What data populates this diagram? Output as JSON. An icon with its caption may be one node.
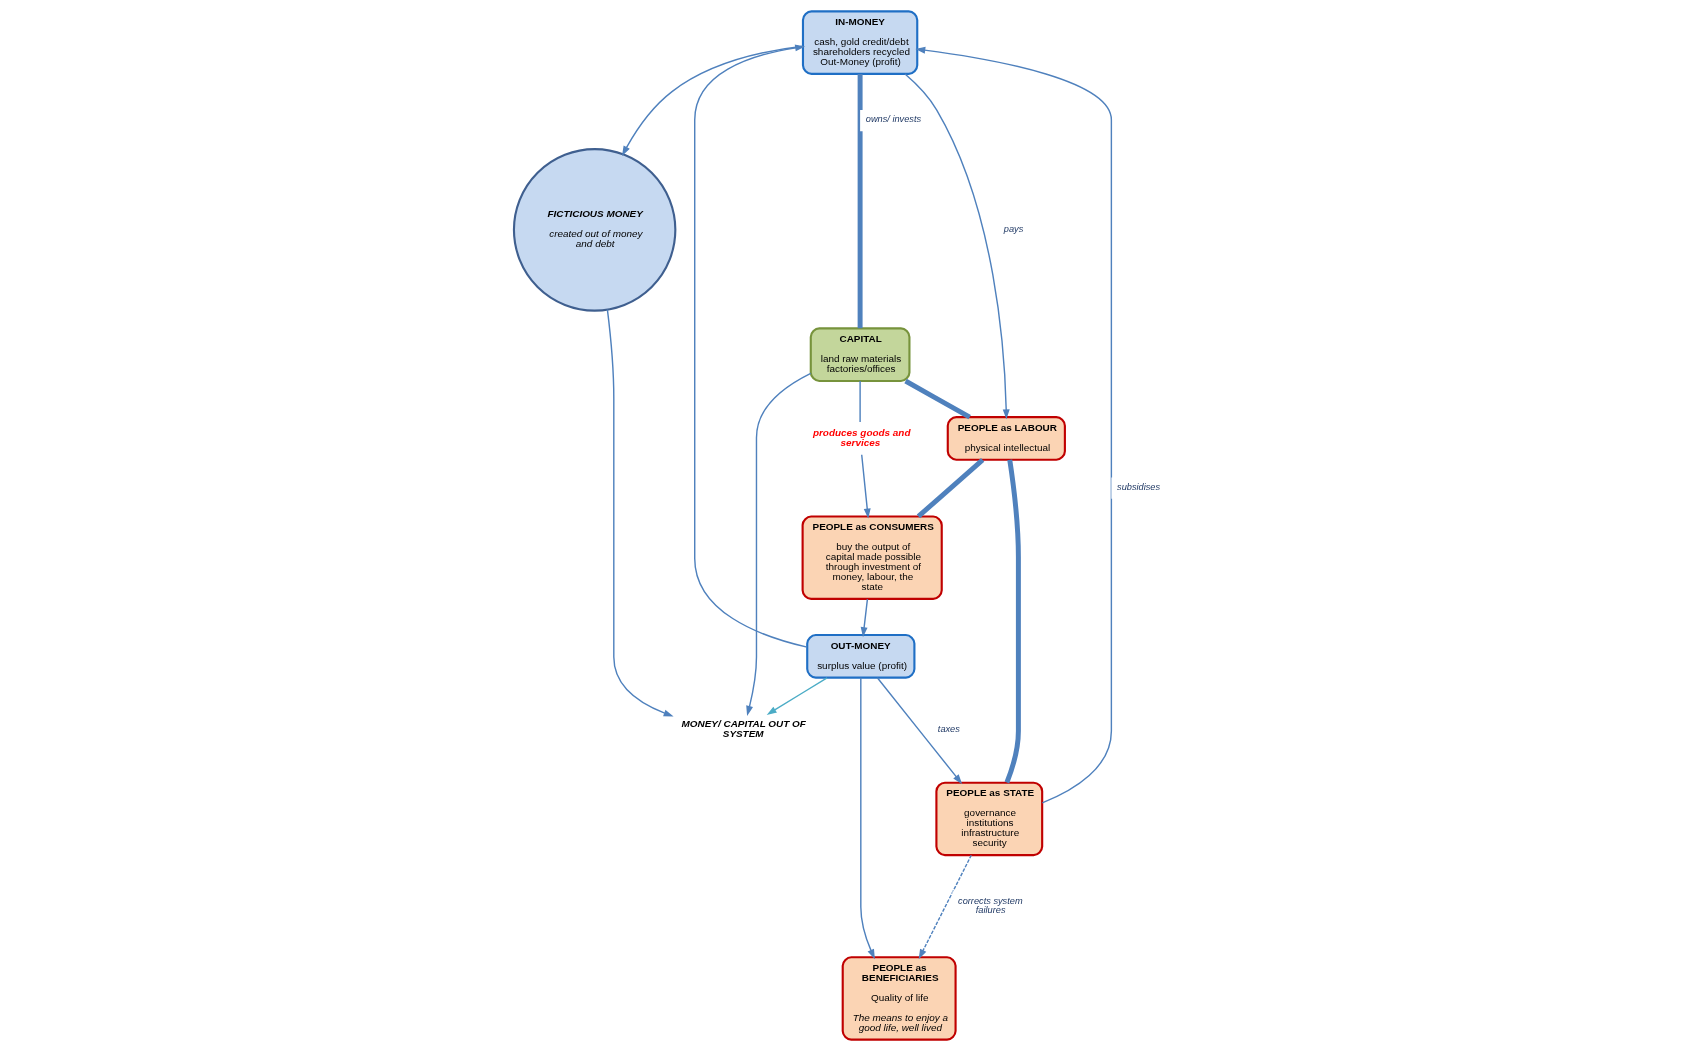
{
  "diagram": {
    "nodes": [
      {
        "text": [
          "MONEY/ CAPITAL OUT OF SYSTEM"
        ]
      },
      {
        "text": [
          "FICTICIOUS MONEY",
          "created out of money and debt"
        ]
      },
      {
        "text": [
          "IN-MONEY",
          "cash, gold credit/debt shareholders recycled Out-Money (profit)"
        ]
      },
      {
        "text": [
          "CAPITAL",
          "land raw materials factories/offices"
        ]
      },
      {
        "text": [
          "produces goods and services"
        ]
      },
      {
        "text": [
          "PEOPLE as LABOUR",
          "physical intellectual"
        ]
      },
      {
        "text": [
          "PEOPLE as CONSUMERS",
          "buy the output of capital made possible through investment of money, labour, the state"
        ]
      },
      {
        "text": [
          "PEOPLE as STATE",
          "governance institutions infrastructure security"
        ]
      },
      {
        "text": [
          "OUT-MONEY",
          "surplus value (profit)"
        ]
      },
      {
        "text": [
          "PEOPLE as BENEFICIARIES",
          "Quality of life",
          "The means to enjoy a good life, well lived"
        ]
      }
    ],
    "edges": [
      {
        "from": 1,
        "to": 0,
        "arrow": "to"
      },
      {
        "from": 2,
        "to": 1,
        "arrow": "to"
      },
      {
        "from": 3,
        "to": 0,
        "arrow": "to"
      },
      {
        "from": 8,
        "to": 0,
        "arrow": "to",
        "color": "#4bacc6"
      },
      {
        "from": 2,
        "to": 3,
        "arrow": "none",
        "label": "owns/ invests",
        "style": "thick"
      },
      {
        "from": 2,
        "to": 5,
        "arrow": "to",
        "label": "pays"
      },
      {
        "from": 3,
        "to": 4,
        "arrow": "none"
      },
      {
        "from": 4,
        "to": 6,
        "arrow": "to"
      },
      {
        "from": 3,
        "to": 5,
        "arrow": "none",
        "style": "thick"
      },
      {
        "from": 5,
        "to": 6,
        "arrow": "none",
        "style": "thick"
      },
      {
        "from": 5,
        "to": 7,
        "arrow": "none",
        "style": "thick"
      },
      {
        "from": 6,
        "to": 8,
        "arrow": "to"
      },
      {
        "from": 8,
        "to": 9,
        "arrow": "to"
      },
      {
        "from": 8,
        "to": 7,
        "arrow": "to",
        "label": "taxes"
      },
      {
        "from": 7,
        "to": 2,
        "arrow": "to",
        "label": "subsidises"
      },
      {
        "from": 8,
        "to": 2,
        "arrow": "to"
      },
      {
        "from": 7,
        "to": 9,
        "arrow": "to",
        "label": "corrects system failures",
        "style": "dashed"
      }
    ]
  }
}
